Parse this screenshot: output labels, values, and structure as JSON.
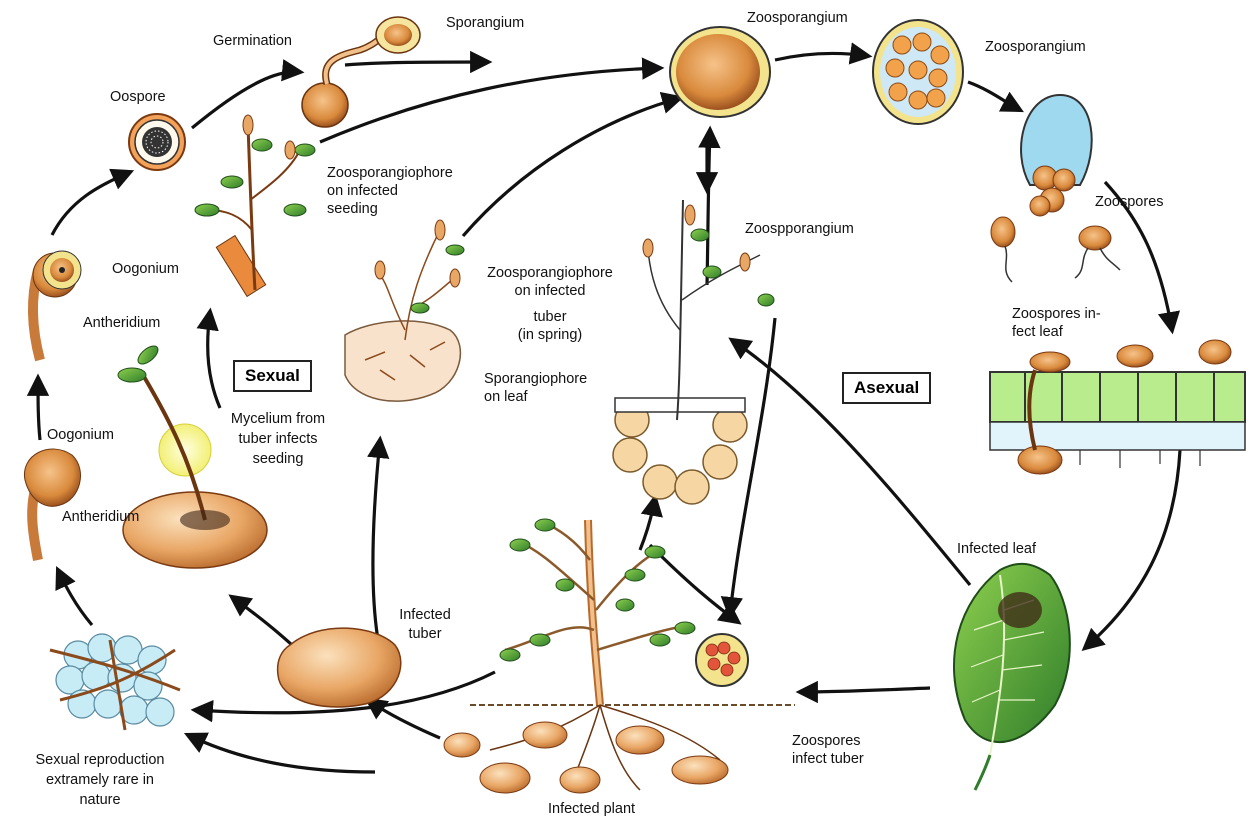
{
  "labels": {
    "germination": "Germination",
    "sporangium": "Sporangium",
    "zoosporangium_top": "Zoosporangium",
    "zoosporangium_right": "Zoosporangium",
    "oospore": "Oospore",
    "zoosporangiophore_seedling_1": "Zoosporangiophore",
    "zoosporangiophore_seedling_2": "on infected",
    "zoosporangiophore_seedling_3": "seeding",
    "zoospporangium": "Zoospporangium",
    "zoospores": "Zoospores",
    "oogonium_1": "Oogonium",
    "antheridium_1": "Antheridium",
    "zoosporangiophore_tuber_1": "Zoosporangiophore",
    "zoosporangiophore_tuber_2": "on infected",
    "zoosporangiophore_tuber_3": "tuber",
    "zoosporangiophore_tuber_4": "(in spring)",
    "zoospores_infect_leaf_1": "Zoospores in-",
    "zoospores_infect_leaf_2": "fect leaf",
    "sexual": "Sexual",
    "asexual": "Asexual",
    "sporangiophore_leaf_1": "Sporangiophore",
    "sporangiophore_leaf_2": "on leaf",
    "mycelium_1": "Mycelium from",
    "mycelium_2": "tuber infects",
    "mycelium_3": "seeding",
    "oogonium_2": "Oogonium",
    "antheridium_2": "Antheridium",
    "infected_leaf": "Infected leaf",
    "infected_tuber_1": "Infected",
    "infected_tuber_2": "tuber",
    "zoospores_infect_tuber_1": "Zoospores",
    "zoospores_infect_tuber_2": "infect tuber",
    "sexual_rare_1": "Sexual reproduction",
    "sexual_rare_2": "extramely rare in",
    "sexual_rare_3": "nature",
    "infected_plant": "Infected plant"
  }
}
